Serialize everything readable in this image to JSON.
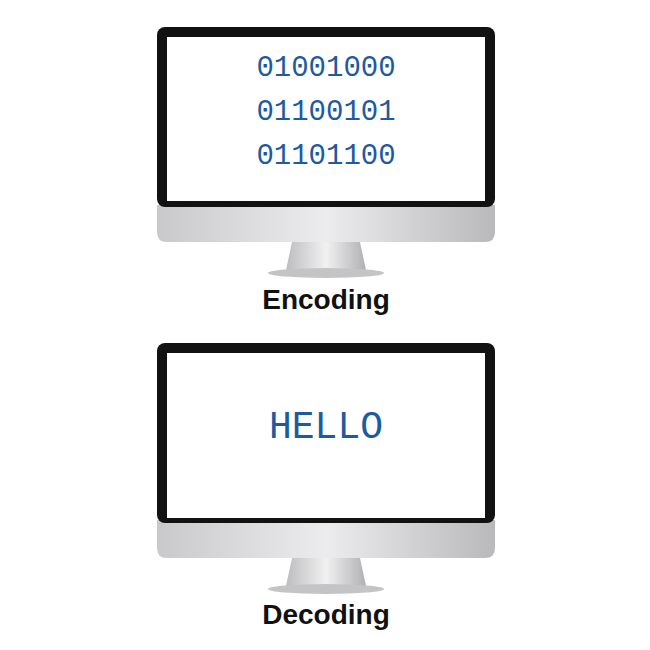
{
  "diagram": {
    "nodes": [
      {
        "text": [
          "01001000",
          "01100101",
          "01101100",
          "Encoding"
        ]
      },
      {
        "text": [
          "HELLO",
          "Decoding"
        ]
      }
    ]
  }
}
